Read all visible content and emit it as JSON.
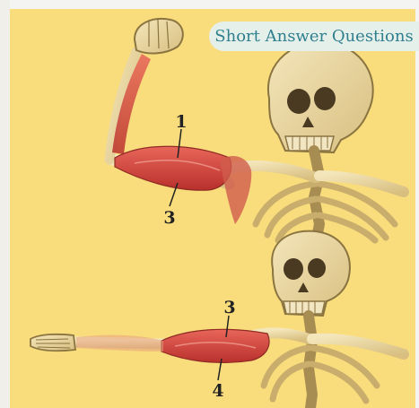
{
  "header": {
    "badge": "Short Answer Questions"
  },
  "diagram": {
    "top_labels": [
      "1",
      "3"
    ],
    "bottom_labels": [
      "3",
      "4"
    ]
  },
  "colors": {
    "background": "#f9dc7c",
    "bone": "#e9d6a3",
    "bone_outline": "#8a7440",
    "muscle": "#d9463f",
    "badge_text": "#2f7f8f"
  }
}
